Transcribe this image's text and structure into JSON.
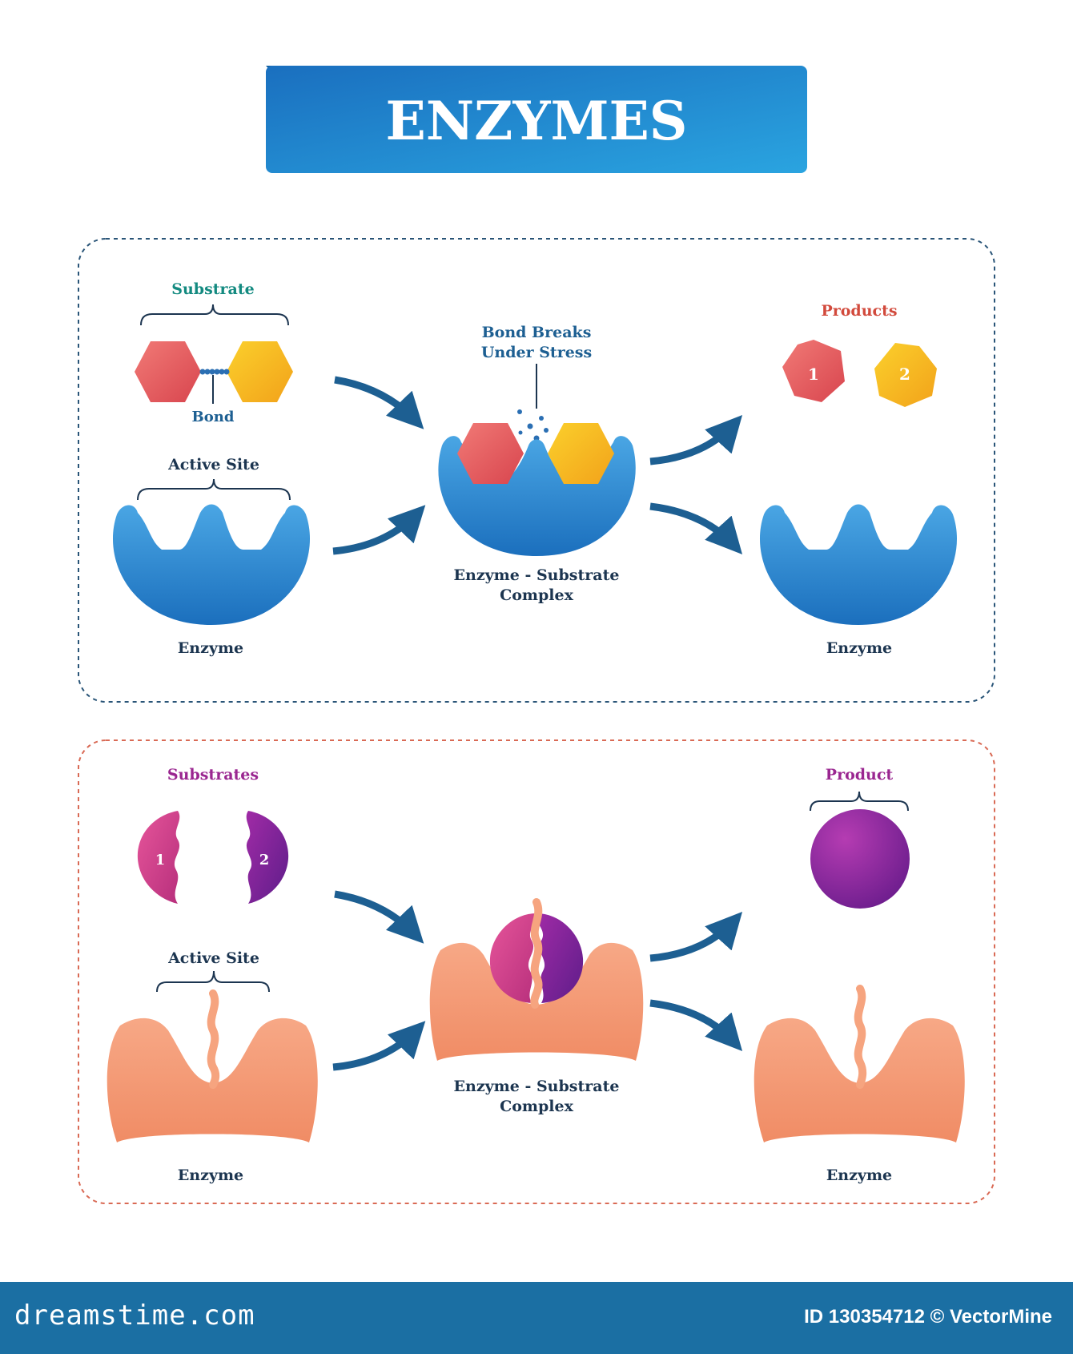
{
  "title": "ENZYMES",
  "panel_top": {
    "substrate_label": "Substrate",
    "bond_label": "Bond",
    "active_site_label": "Active Site",
    "enzyme_left_label": "Enzyme",
    "bond_breaks_line1": "Bond Breaks",
    "bond_breaks_line2": "Under Stress",
    "complex_line1": "Enzyme - Substrate",
    "complex_line2": "Complex",
    "products_label": "Products",
    "product_1": "1",
    "product_2": "2",
    "enzyme_right_label": "Enzyme"
  },
  "panel_bottom": {
    "substrates_label": "Substrates",
    "substrate_1": "1",
    "substrate_2": "2",
    "active_site_label": "Active Site",
    "enzyme_left_label": "Enzyme",
    "complex_line1": "Enzyme - Substrate",
    "complex_line2": "Complex",
    "product_label": "Product",
    "enzyme_right_label": "Enzyme"
  },
  "footer": {
    "logo": "dreamstime.com",
    "credit": "ID 130354712 © VectorMine"
  },
  "colors": {
    "title_banner": "#1b7cc8",
    "enzyme_blue": "#2e8fd4",
    "enzyme_orange": "#f29a73",
    "arrow": "#1d5f92",
    "hexagon_red": "#e05a62",
    "hexagon_yellow": "#f6b21e",
    "substrate_pink": "#cf3a86",
    "substrate_purple": "#7a1f92",
    "label_teal": "#138a80",
    "label_blue": "#1d5f92",
    "label_red": "#d24a3c",
    "label_purple": "#9a2690",
    "label_dark": "#1c3550",
    "frame_blue": "#2a5578",
    "frame_red": "#d96a55"
  }
}
